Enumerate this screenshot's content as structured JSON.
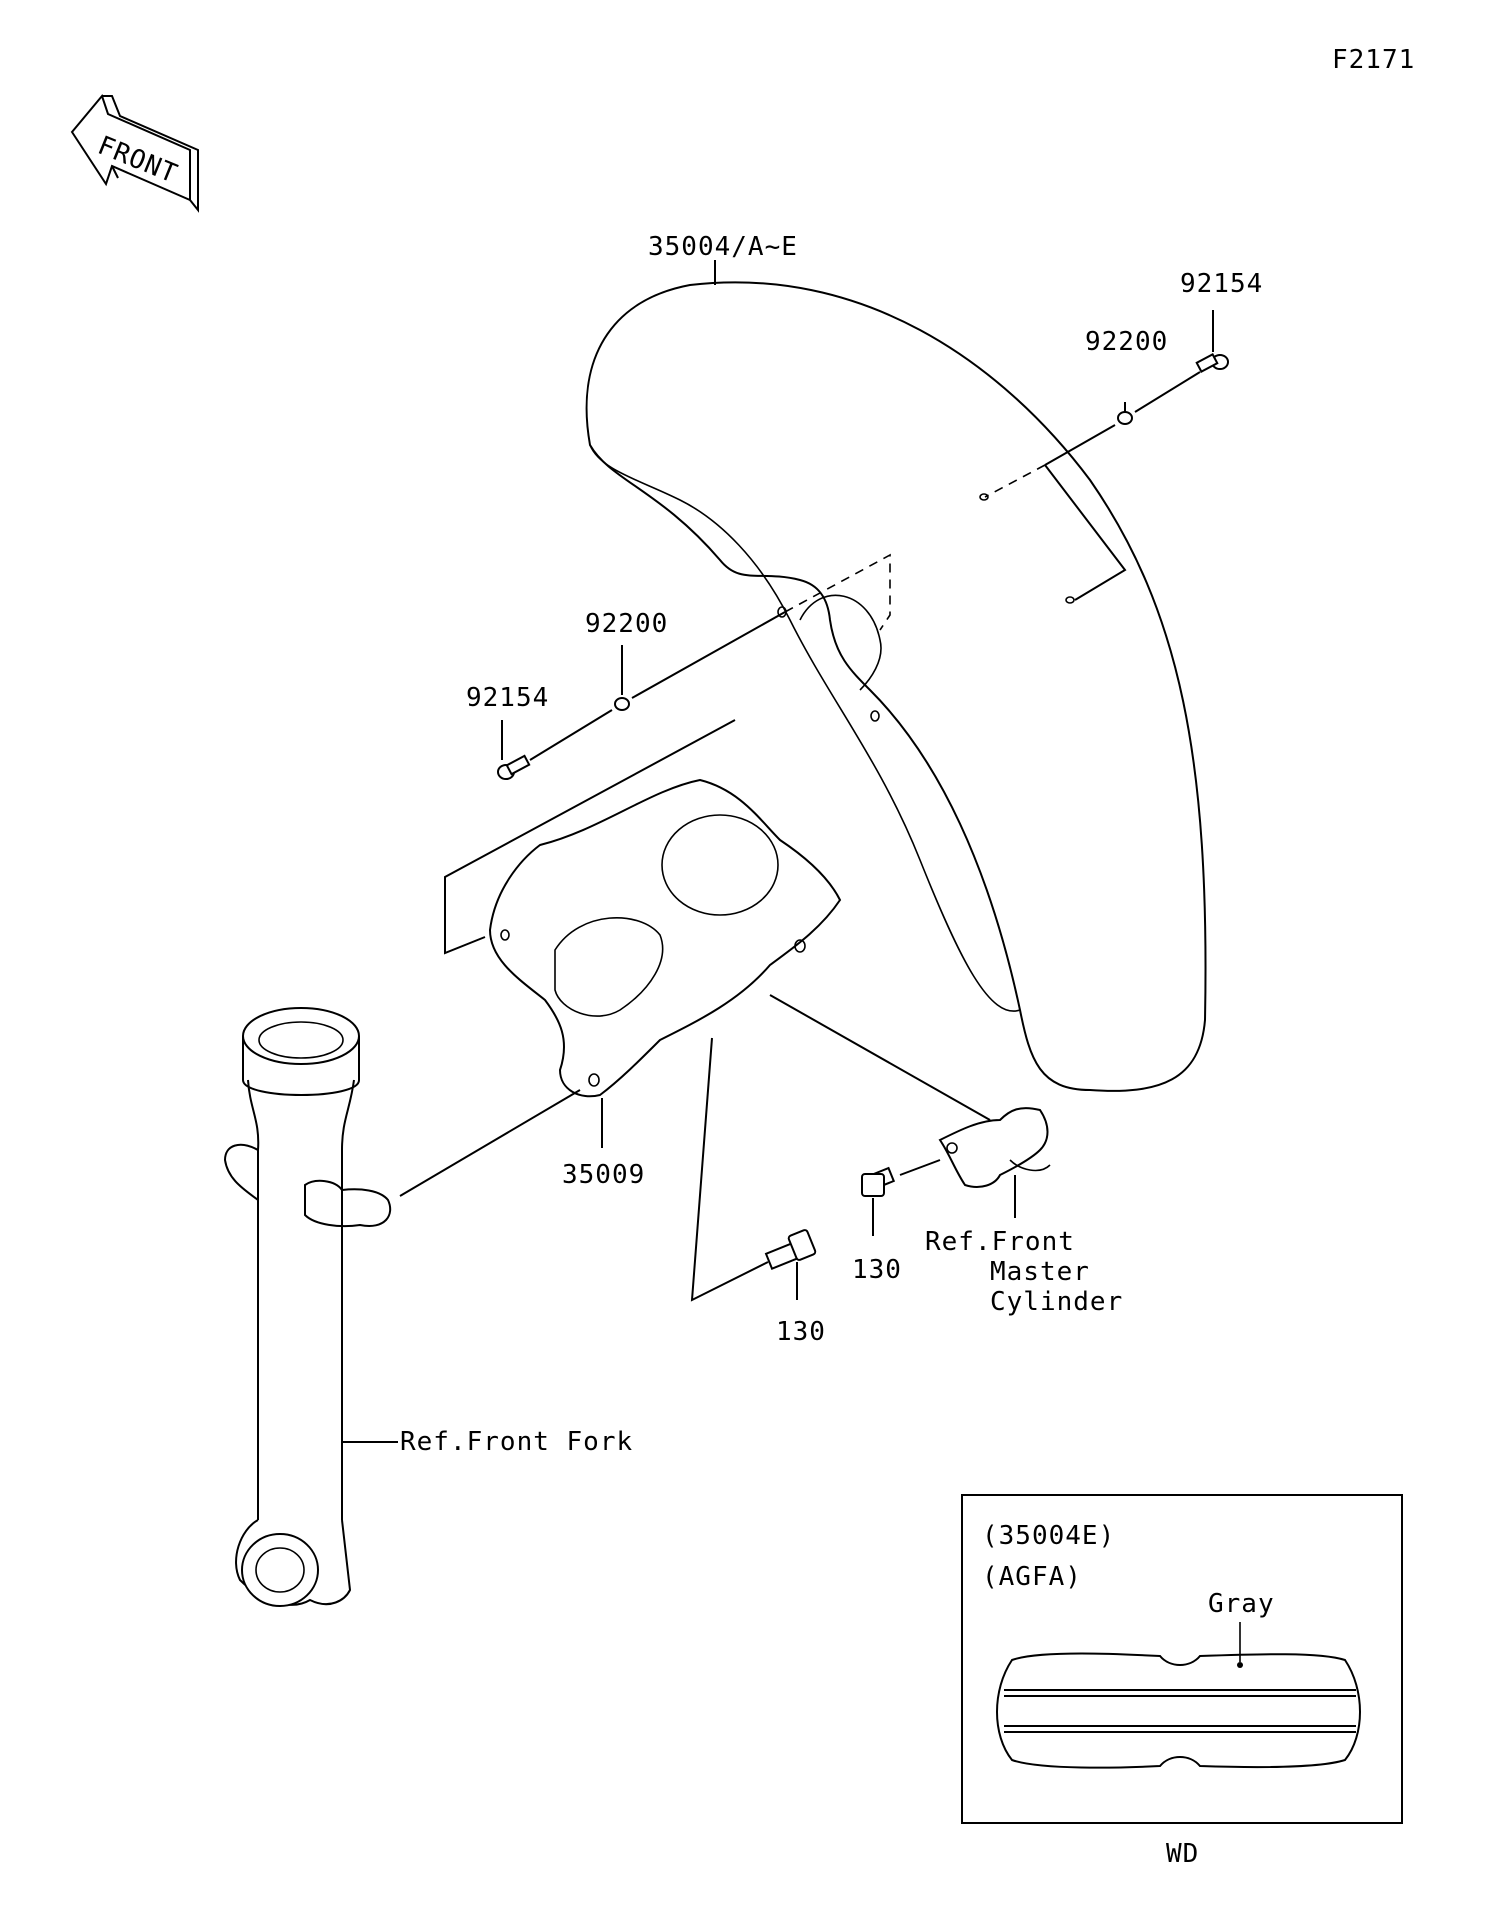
{
  "diagram_id": "F2171",
  "front_arrow_text": "FRONT",
  "parts": {
    "fender": "35004/A~E",
    "washer_upper": "92200",
    "bolt_upper": "92154",
    "washer_left": "92200",
    "bolt_left": "92154",
    "bracket": "35009",
    "bolt_clamp": "130",
    "bolt_lower": "130"
  },
  "references": {
    "front_fork": "Ref.Front Fork",
    "master_cylinder_line1": "Ref.Front",
    "master_cylinder_line2": "Master",
    "master_cylinder_line3": "Cylinder"
  },
  "inset": {
    "part_code": "(35004E)",
    "model_code": "(AGFA)",
    "color_label": "Gray",
    "caption": "WD"
  }
}
